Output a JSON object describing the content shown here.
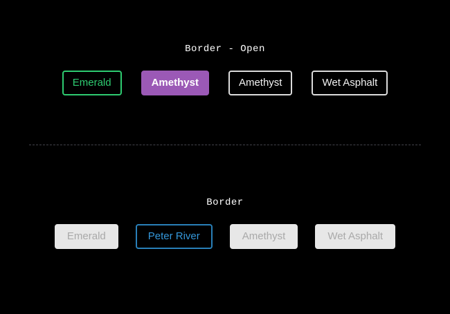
{
  "sections": {
    "open": {
      "title": "Border - Open",
      "buttons": {
        "emerald": {
          "label": "Emerald"
        },
        "amethyst_filled": {
          "label": "Amethyst"
        },
        "amethyst_outline": {
          "label": "Amethyst"
        },
        "wet_asphalt": {
          "label": "Wet Asphalt"
        }
      }
    },
    "border": {
      "title": "Border",
      "buttons": {
        "emerald": {
          "label": "Emerald"
        },
        "peter_river": {
          "label": "Peter River"
        },
        "amethyst": {
          "label": "Amethyst"
        },
        "wet_asphalt": {
          "label": "Wet Asphalt"
        }
      }
    }
  },
  "colors": {
    "background": "#000000",
    "title_text": "#ffffff",
    "emerald": "#2ecc71",
    "amethyst": "#9b59b6",
    "peter_river_border": "#2980b9",
    "peter_river_text": "#3498db",
    "light_border": "#dcdcdc",
    "light_text": "#f2f2f2",
    "gray_fill": "#e7e7e7",
    "gray_text": "#a9a9a9",
    "divider": "#44444c"
  }
}
